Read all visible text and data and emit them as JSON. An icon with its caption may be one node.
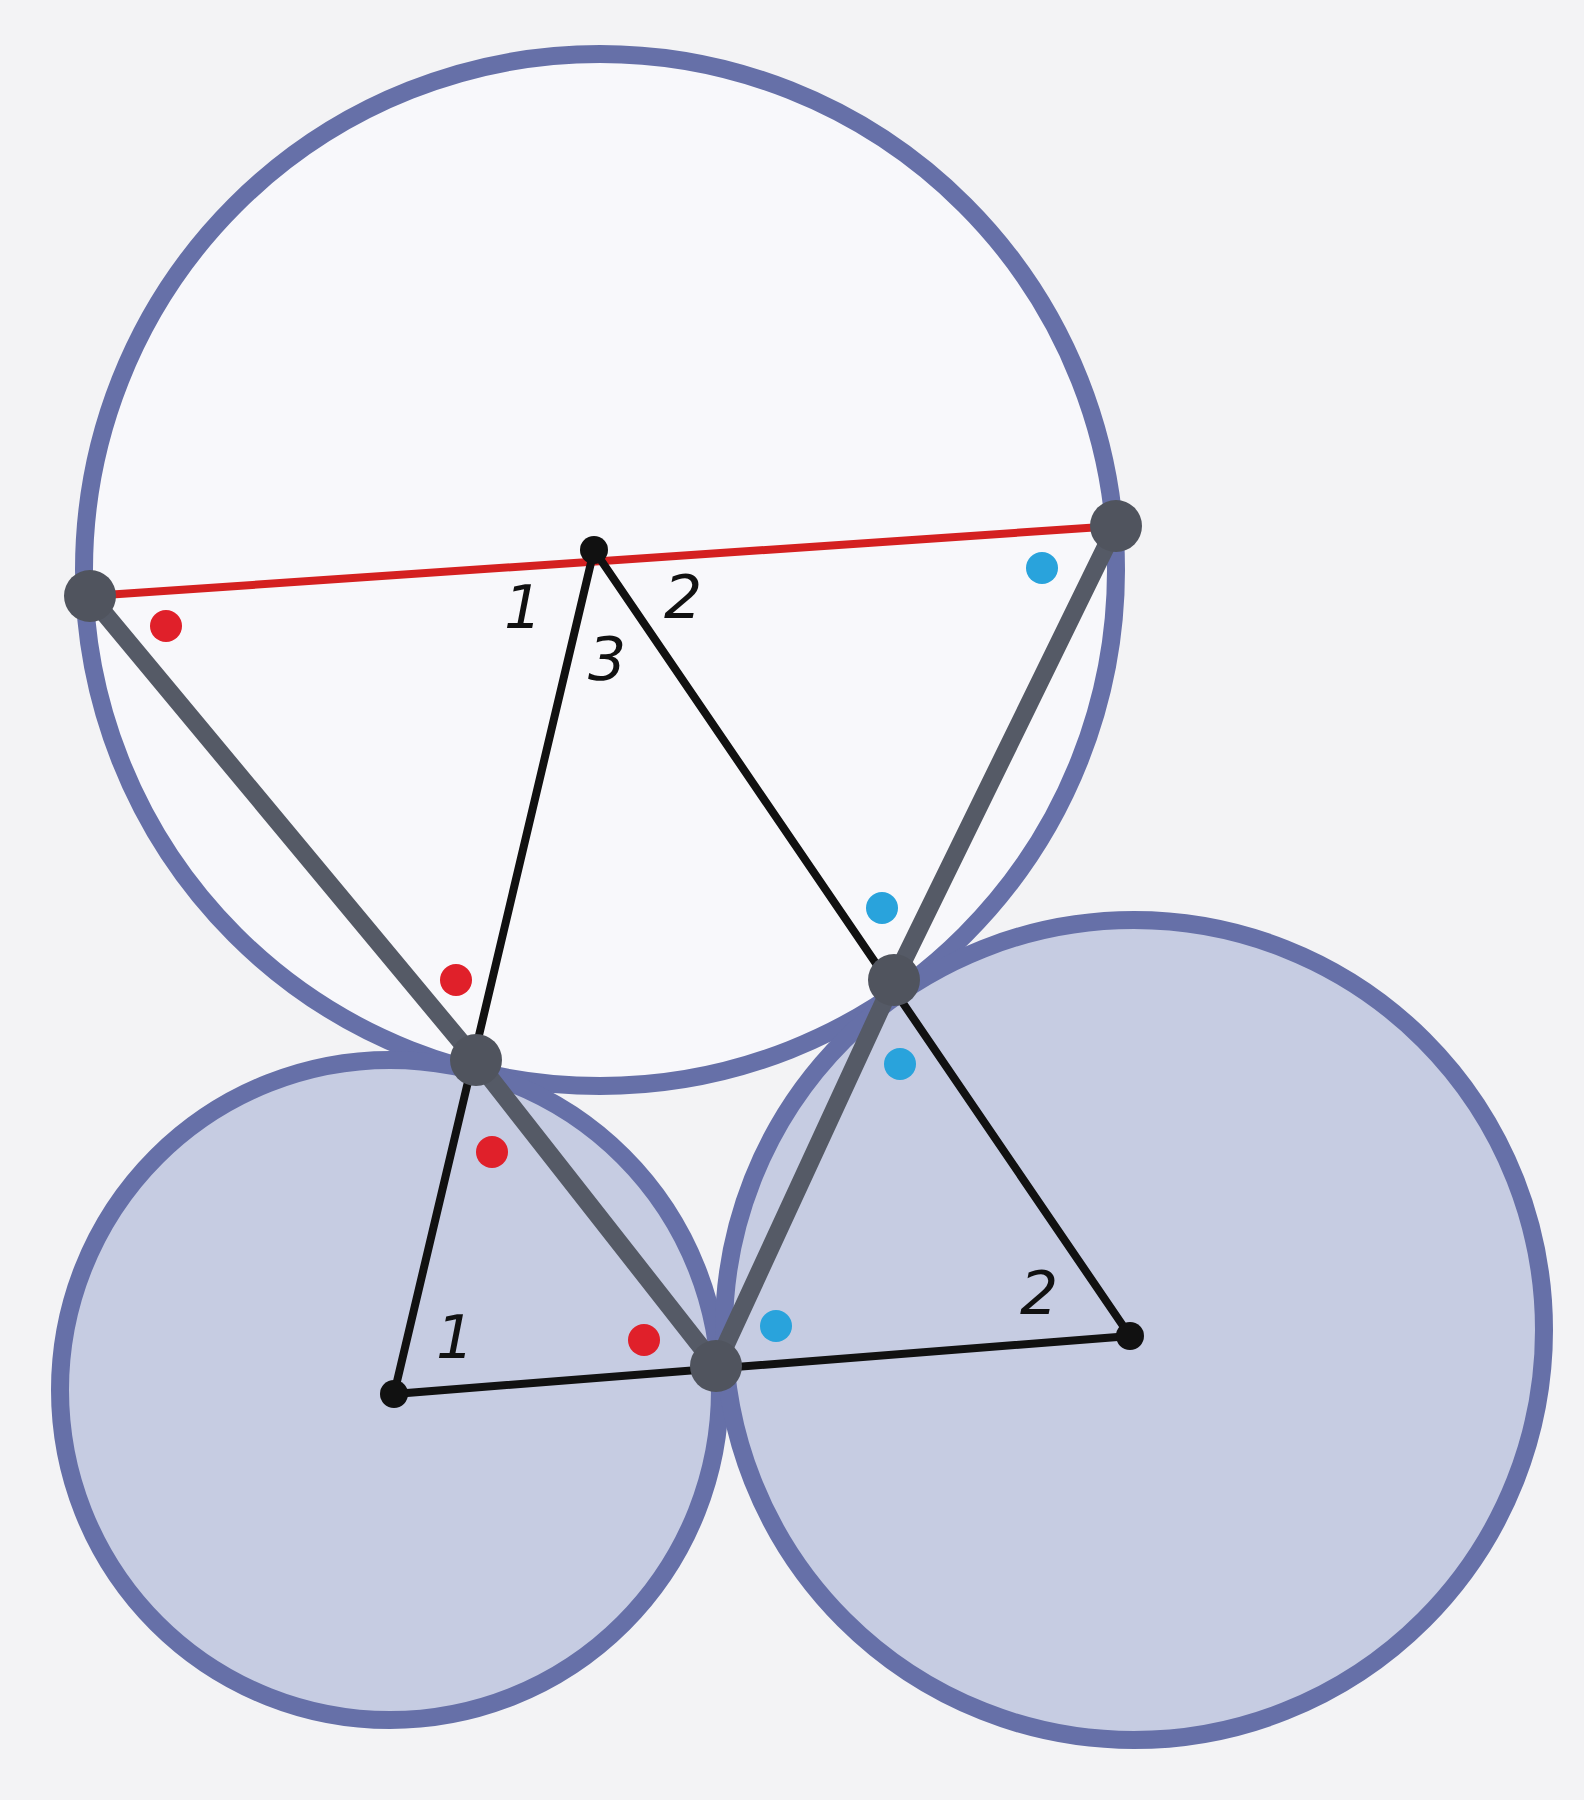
{
  "diagram": {
    "labels": [
      "1",
      "2",
      "3",
      "1",
      "2"
    ]
  }
}
